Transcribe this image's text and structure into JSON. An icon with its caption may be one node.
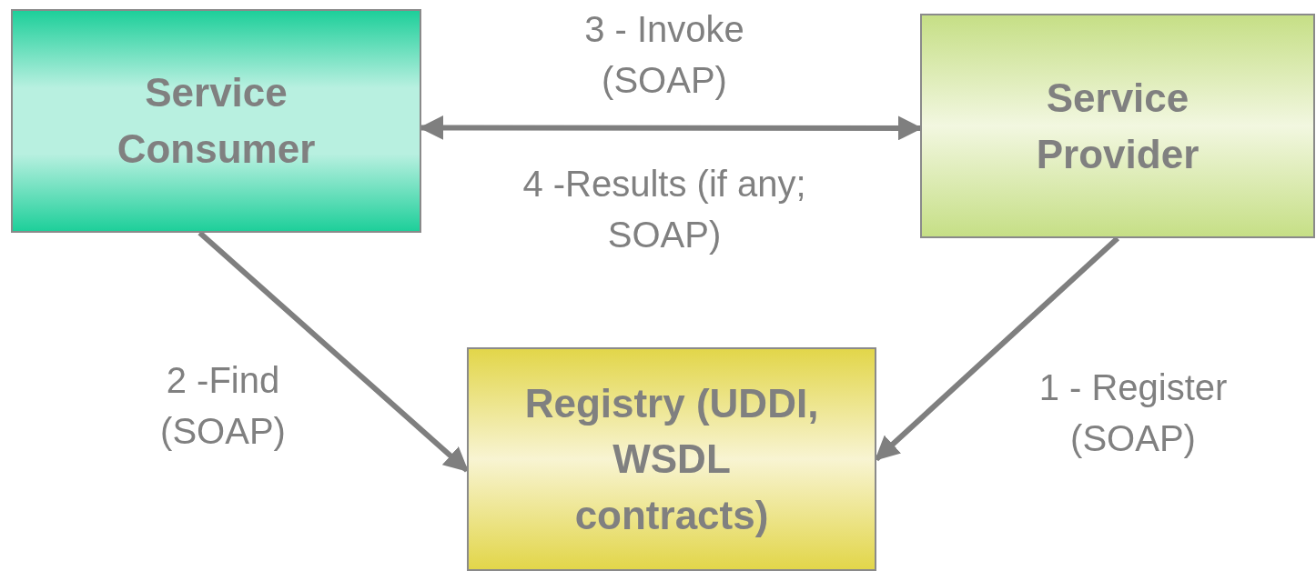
{
  "diagram": {
    "nodes": [
      {
        "text": [
          "Service Consumer"
        ]
      },
      {
        "text": [
          "Service Provider"
        ]
      },
      {
        "text": [
          "Registry (UDDI, WSDL contracts)"
        ]
      }
    ],
    "edges": [
      {
        "from": 0,
        "to": 1,
        "arrow": "both",
        "label": "3 - Invoke (SOAP)"
      },
      {
        "from": 0,
        "to": 2,
        "arrow": "to",
        "label": "2 -Find (SOAP)"
      },
      {
        "from": 1,
        "to": 2,
        "arrow": "to",
        "label": "1 - Register (SOAP)"
      }
    ],
    "labels": [
      "4 -Results (if any; SOAP)"
    ]
  }
}
